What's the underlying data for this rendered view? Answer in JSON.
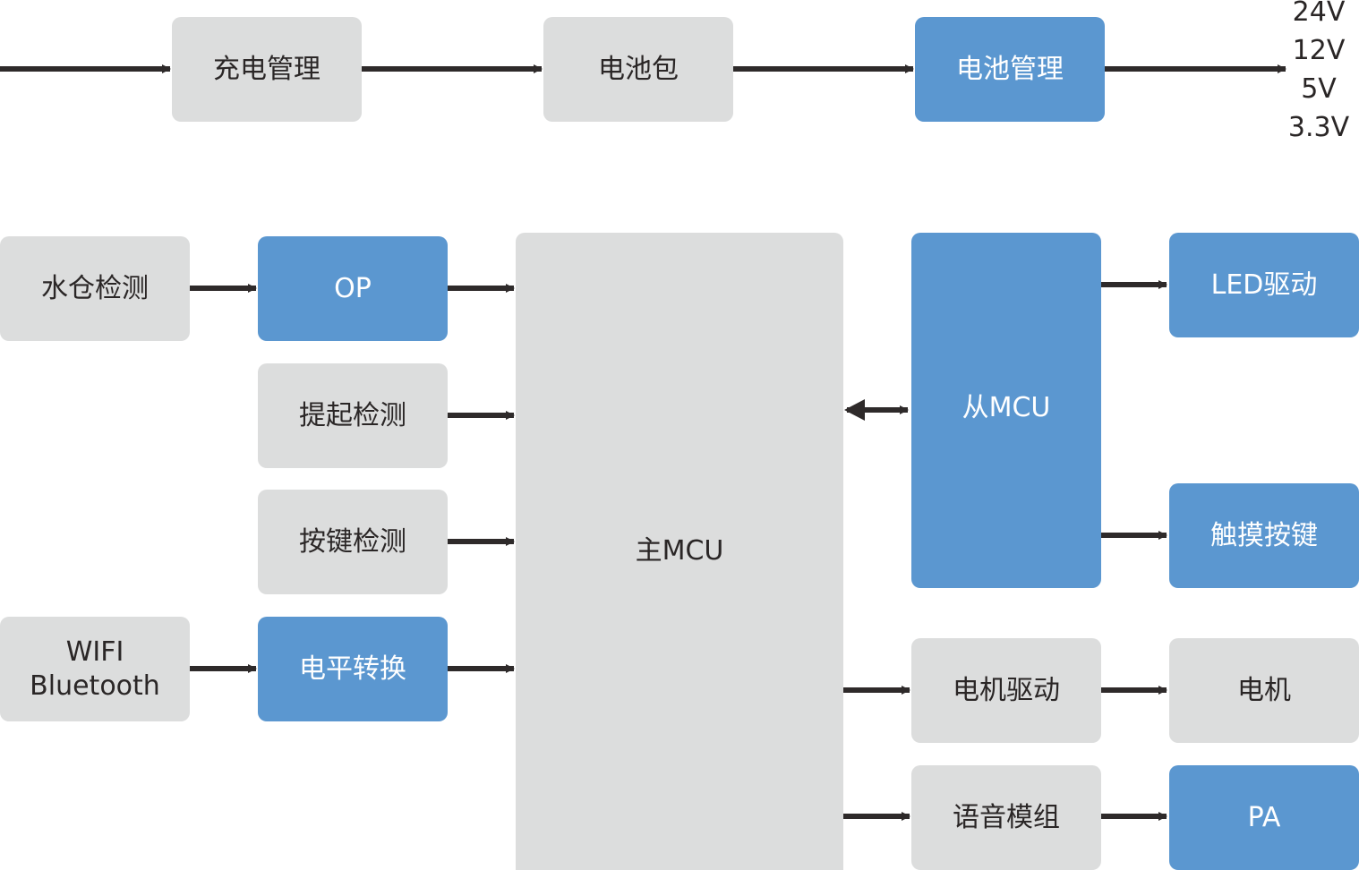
{
  "colors": {
    "gray_box": "#dcdddd",
    "blue_box": "#5b97d0",
    "arrow": "#2e2a2a",
    "text_dark": "#2a2626",
    "text_light": "#ffffff"
  },
  "power_chain": {
    "charge_management": "充电管理",
    "battery_pack": "电池包",
    "battery_management": "电池管理",
    "voltages": [
      "24V",
      "12V",
      "5V",
      "3.3V"
    ]
  },
  "inputs": {
    "water_tank_detect": "水仓检测",
    "op": "OP",
    "lift_detect": "提起检测",
    "key_detect": "按键检测",
    "wifi": "WIFI",
    "bluetooth": "Bluetooth",
    "level_shift": "电平转换"
  },
  "main_mcu": "主MCU",
  "slave": {
    "slave_mcu": "从MCU",
    "led_driver": "LED驱动",
    "touch_keys": "触摸按键"
  },
  "outputs": {
    "motor_driver": "电机驱动",
    "motor": "电机",
    "voice_module": "语音模组",
    "pa": "PA"
  }
}
